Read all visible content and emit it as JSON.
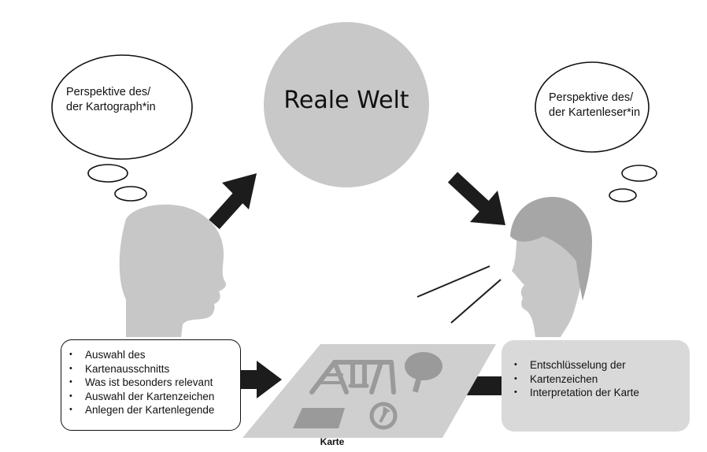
{
  "title": "Reale Welt",
  "cartographer_thought": [
    "Perspektive des/",
    "der Kartograph*in"
  ],
  "reader_thought": [
    "Perspektive des/",
    "der Kartenleser*in"
  ],
  "cartographer_tasks": [
    "Auswahl des",
    "Kartenausschnitts",
    "Was ist besonders relevant",
    "Auswahl der Kartenzeichen",
    "Anlegen der Kartenlegende"
  ],
  "reader_tasks": [
    "Entschlüsselung der",
    "Kartenzeichen",
    "Interpretation der Karte"
  ],
  "map_label": "Karte",
  "colors": {
    "world_circle": "#c8c8c8",
    "head_gray": "#c7c7c7",
    "hair_gray": "#a6a6a6",
    "map_plate": "#cfcfcf",
    "map_symbols": "#9a9a9a",
    "arrow": "#1c1c1c"
  },
  "icons": [
    "swing-icon",
    "tree-icon",
    "square-icon",
    "circle-arrow-icon"
  ]
}
